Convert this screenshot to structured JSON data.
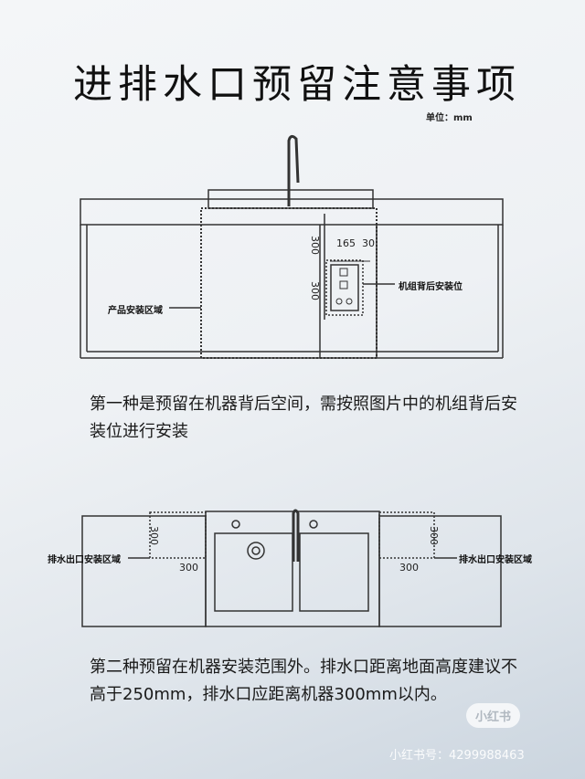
{
  "title": "进排水口预留注意事项",
  "unit": "单位：mm",
  "diagram1": {
    "dim_vertical_top": "300",
    "dim_vertical_bottom": "300",
    "dim_h1": "165",
    "dim_h2": "30",
    "label_product_area": "产品安装区域",
    "label_unit_back": "机组背后安装位"
  },
  "paragraph1": "第一种是预留在机器背后空间，需按照图片中的机组背后安装位进行安装",
  "diagram2": {
    "label_left": "排水出口安装区域",
    "label_right": "排水出口安装区域",
    "left_v": "300",
    "left_h": "300",
    "right_v": "300",
    "right_h": "300"
  },
  "paragraph2": "第二种预留在机器安装范围外。排水口距离地面高度建议不高于250mm，排水口应距离机器300mm以内。",
  "watermark": {
    "badge": "小红书",
    "id_text": "小红书号：4299988463"
  }
}
